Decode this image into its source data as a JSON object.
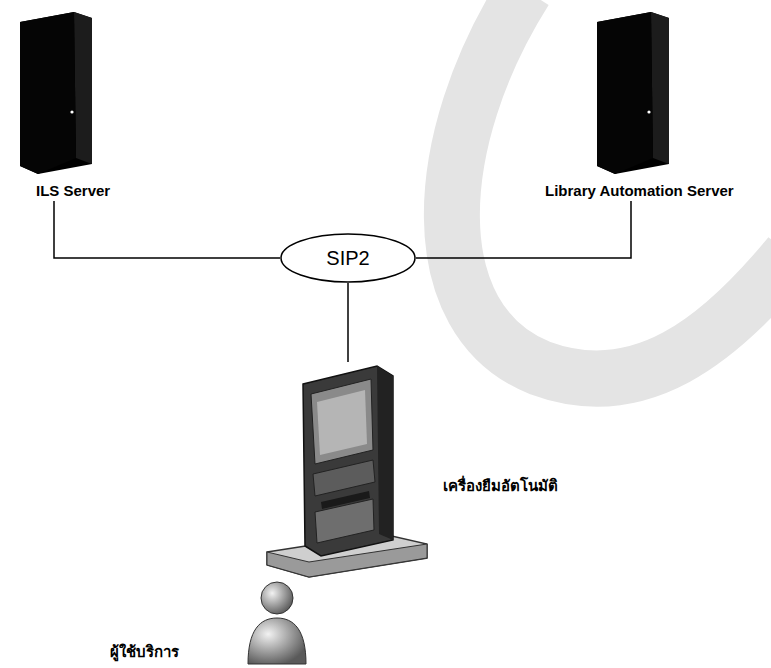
{
  "diagram": {
    "nodes": [
      {
        "text": [
          "ILS Server"
        ]
      },
      {
        "text": [
          "Library Automation Server"
        ]
      },
      {
        "text": [
          "SIP2"
        ]
      },
      {
        "text": [
          "เครื่องยืมอัตโนมัติ"
        ]
      }
    ],
    "edges": [
      {
        "from": 0,
        "to": 2,
        "arrow": "none"
      },
      {
        "from": 2,
        "to": 1,
        "arrow": "none"
      },
      {
        "from": 2,
        "to": 3,
        "arrow": "none"
      }
    ],
    "labels": [
      "ผู้ใช้บริการ"
    ]
  }
}
